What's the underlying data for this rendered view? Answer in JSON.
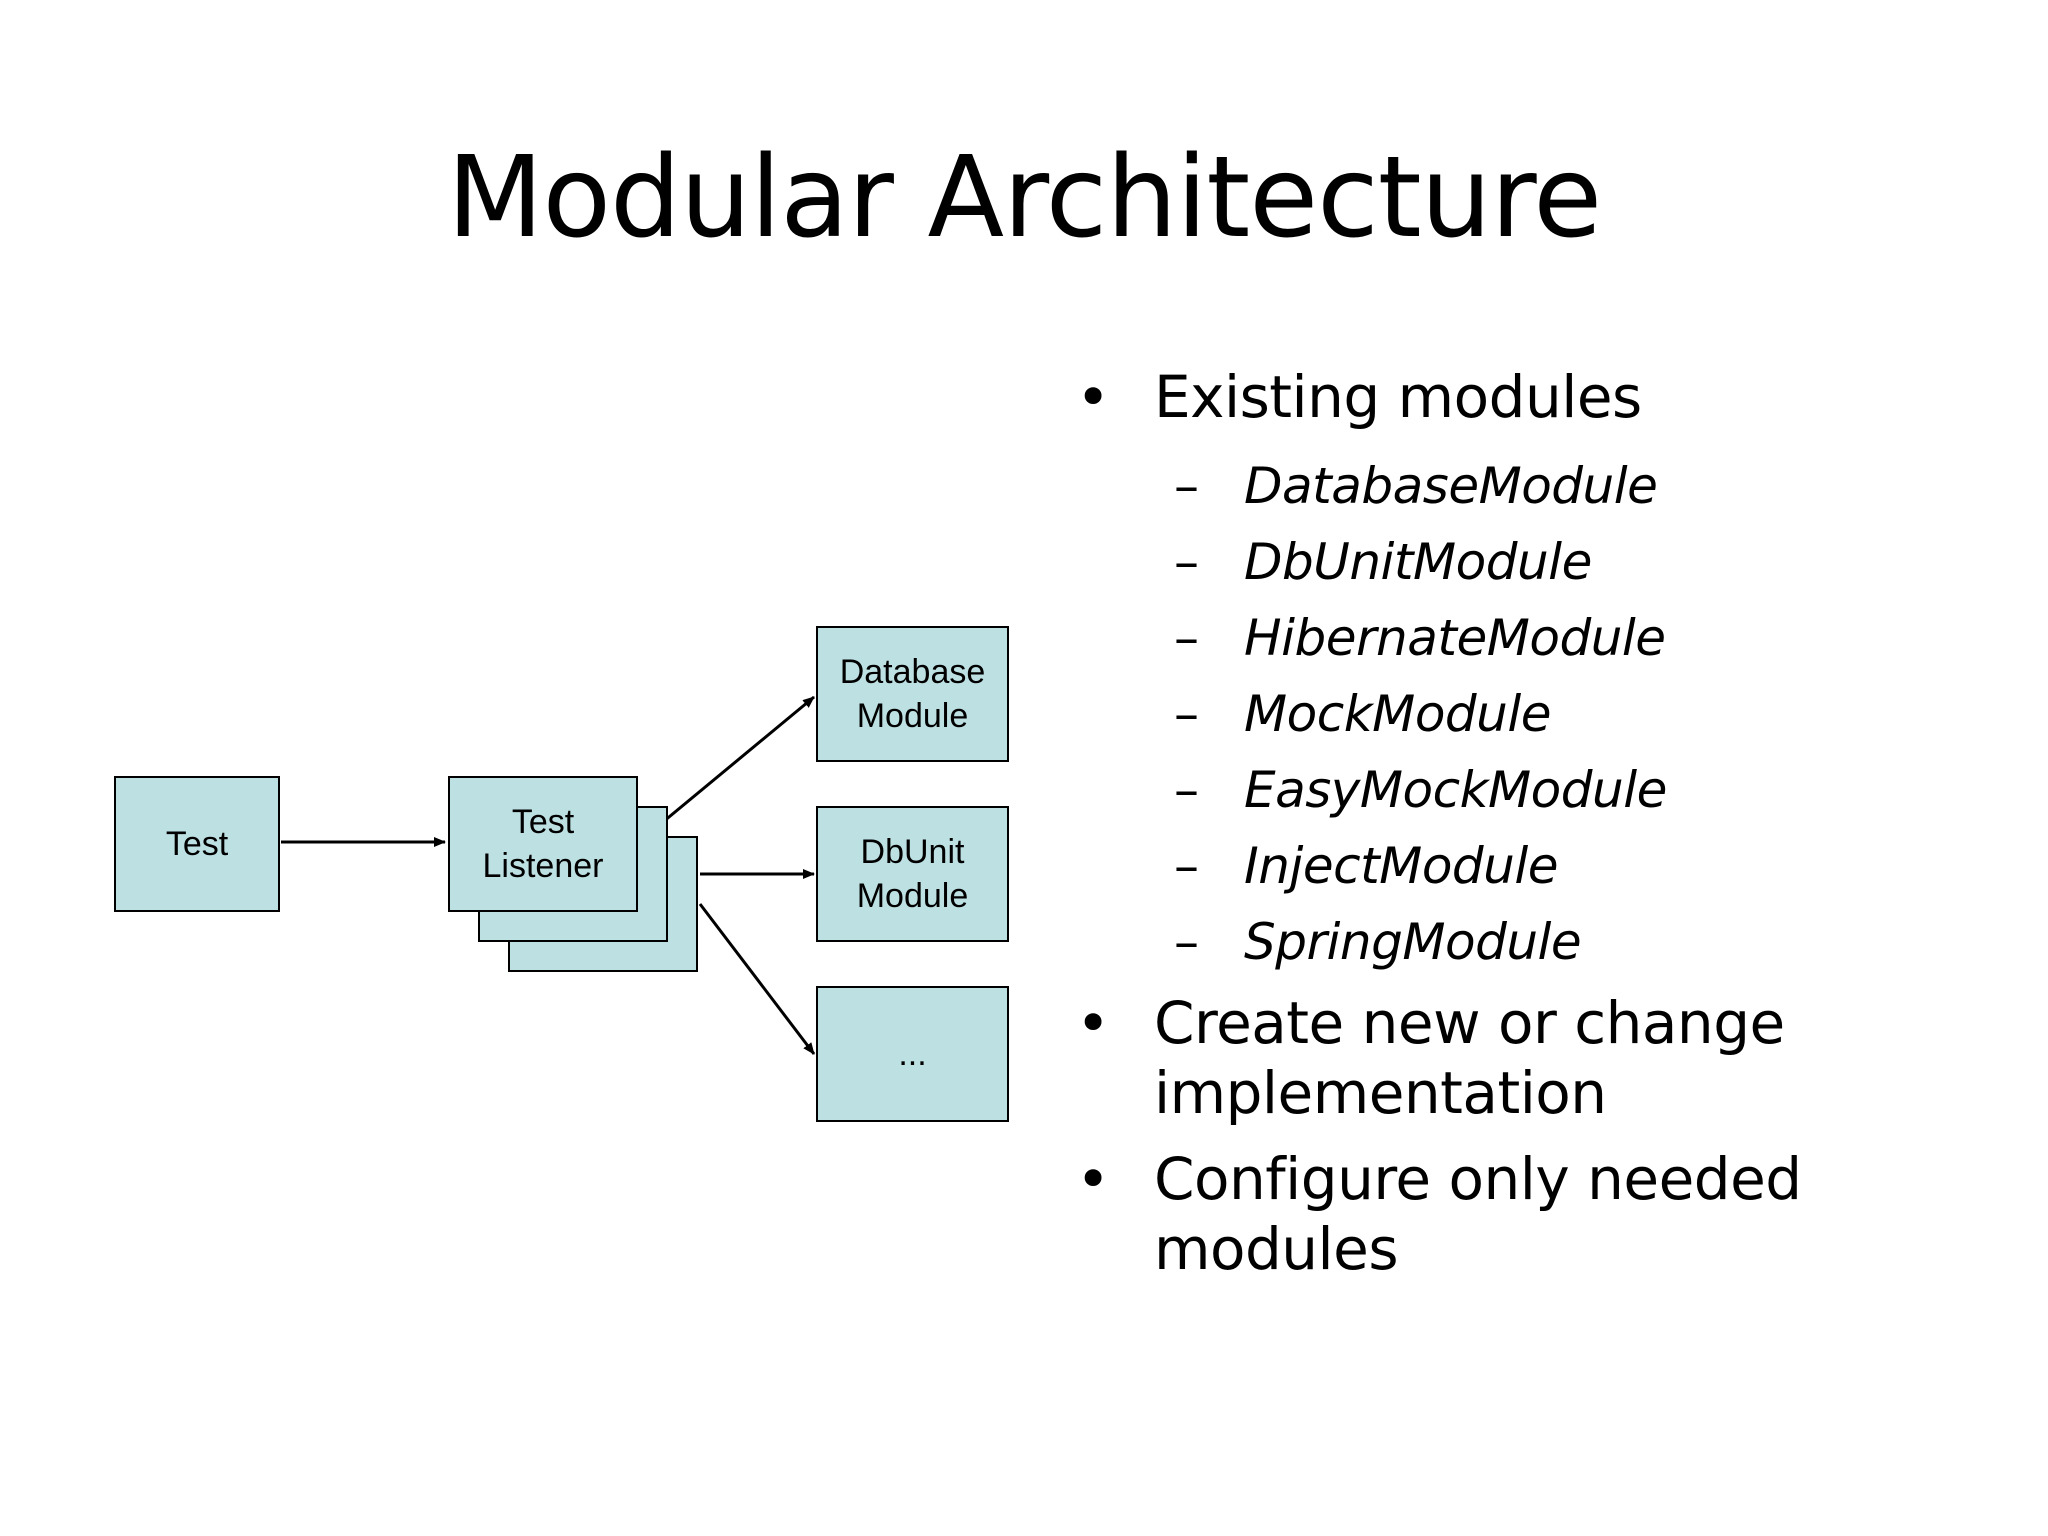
{
  "slide": {
    "title": "Modular Architecture"
  },
  "diagram": {
    "test_label": "Test",
    "listener_label": "Test\nListener",
    "database_label": "Database\nModule",
    "dbunit_label": "DbUnit\nModule",
    "more_label": "..."
  },
  "bullets": {
    "existing": "Existing modules",
    "modules": [
      "DatabaseModule",
      "DbUnitModule",
      "HibernateModule",
      "MockModule",
      "EasyMockModule",
      "InjectModule",
      "SpringModule"
    ],
    "create": "Create new or change implementation",
    "configure": "Configure only needed modules",
    "bullet_glyph": "•",
    "dash_glyph": "–"
  },
  "colors": {
    "box_fill": "#bde0e3",
    "box_border": "#000000",
    "text": "#000000",
    "background": "#ffffff"
  }
}
